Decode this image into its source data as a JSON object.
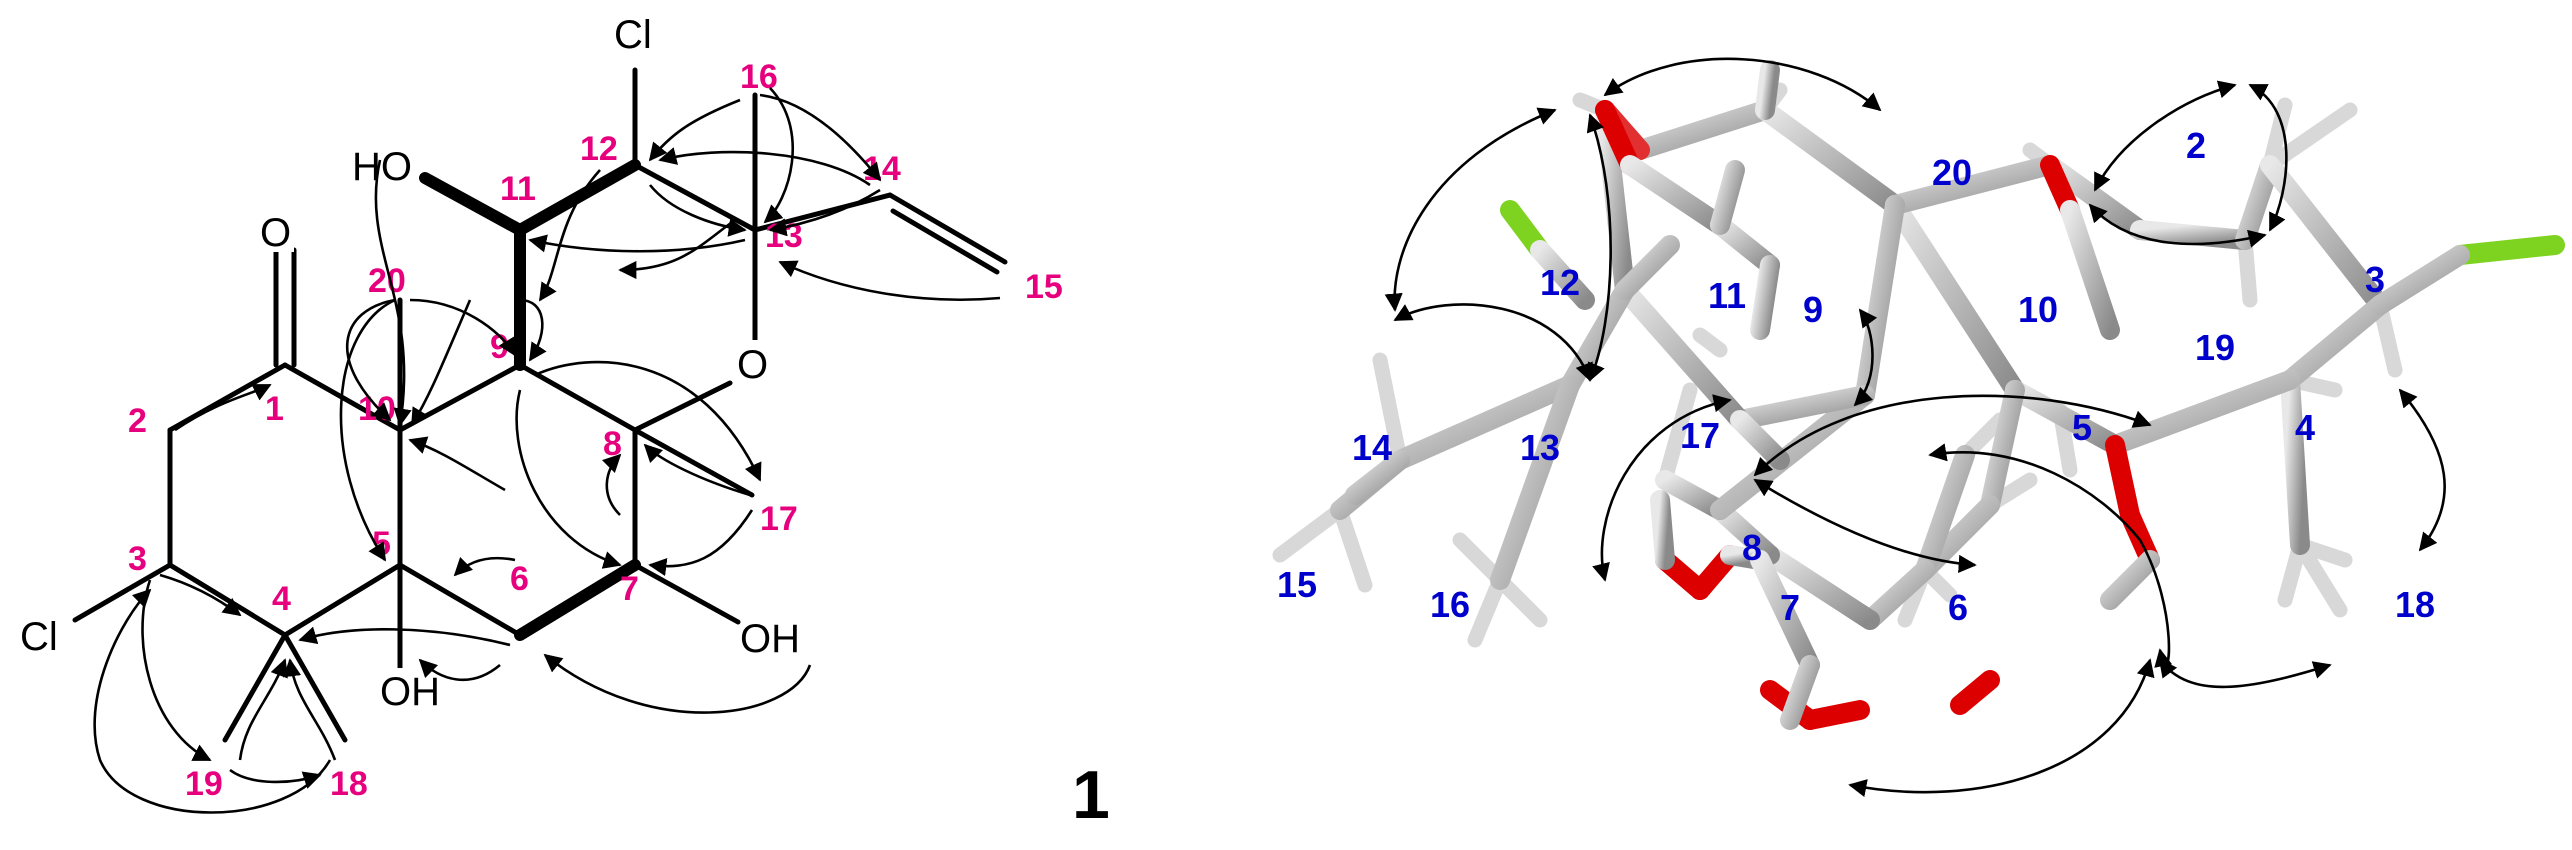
{
  "left_structure": {
    "atom_labels": {
      "cl_top": "Cl",
      "ho_11": "HO",
      "o_1": "O",
      "o_ring": "O",
      "cl_3": "Cl",
      "oh_5": "OH",
      "oh_7": "OH"
    },
    "carbon_numbers": [
      "1",
      "2",
      "3",
      "4",
      "5",
      "6",
      "7",
      "8",
      "9",
      "10",
      "11",
      "12",
      "13",
      "14",
      "15",
      "16",
      "17",
      "18",
      "19",
      "20"
    ]
  },
  "right_model": {
    "carbon_numbers": [
      "2",
      "3",
      "4",
      "5",
      "6",
      "7",
      "8",
      "9",
      "10",
      "11",
      "12",
      "13",
      "14",
      "15",
      "16",
      "17",
      "18",
      "19",
      "20"
    ]
  },
  "compound_label": "1",
  "colors": {
    "carbon_numbers_2d": "#e6007e",
    "carbon_numbers_3d": "#0000cc",
    "oxygen": "#dd0000",
    "chlorine": "#7ed321",
    "carbon_stick": "#b8b8b8"
  }
}
